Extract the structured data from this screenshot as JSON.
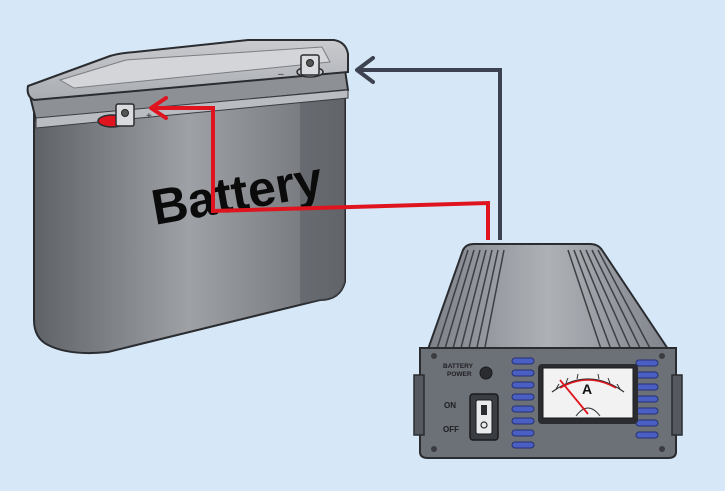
{
  "battery": {
    "label": "Battery",
    "positive_mark": "+",
    "negative_mark": "–"
  },
  "inverter": {
    "battery_power_label_line1": "BATTERY",
    "battery_power_label_line2": "POWER",
    "on_label": "ON",
    "off_label": "OFF",
    "meter_label": "A"
  },
  "colors": {
    "background": "#d6e8f7",
    "positive_wire": "#e0141e",
    "negative_wire": "#3d4250",
    "battery_body": "#7c7f85",
    "inverter_body": "#6c7077"
  }
}
